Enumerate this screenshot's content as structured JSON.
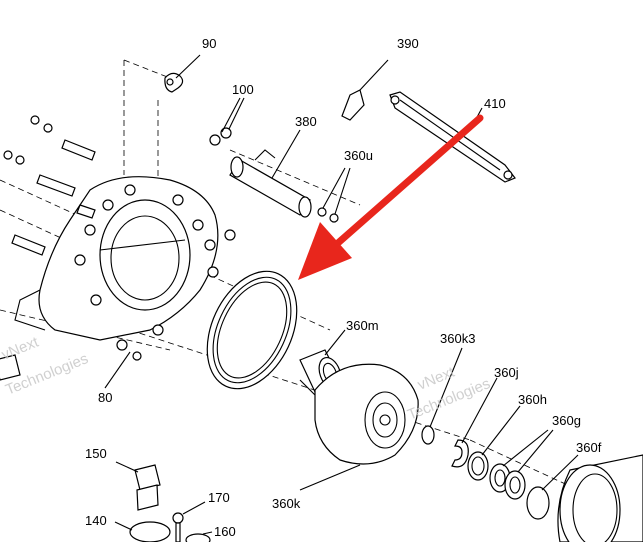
{
  "labels": {
    "l90": "90",
    "l390": "390",
    "l100": "100",
    "l410": "410",
    "l380": "380",
    "l360u": "360u",
    "l360m": "360m",
    "l360k3": "360k3",
    "l360j": "360j",
    "l360h": "360h",
    "l360g": "360g",
    "l360f": "360f",
    "l360k": "360k",
    "l80": "80",
    "l150": "150",
    "l170": "170",
    "l140": "140",
    "l160": "160"
  },
  "watermark": {
    "line1": "vNext",
    "line2": "Technologies"
  },
  "colors": {
    "arrow": "#e8261c",
    "lines": "#000000",
    "watermark": "#c8c8c8"
  }
}
